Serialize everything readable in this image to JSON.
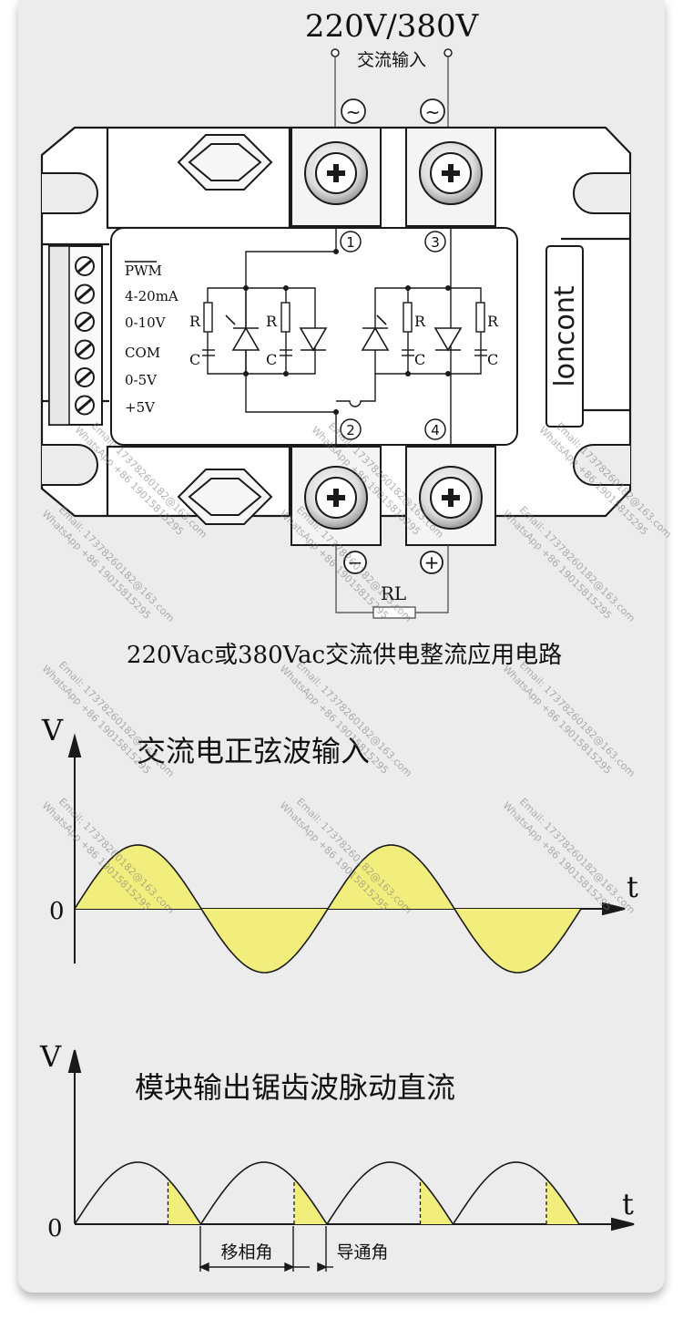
{
  "top": {
    "voltage": "220V/380V",
    "ac_input": "交流输入",
    "tilde": "~"
  },
  "module": {
    "brand": "loncont",
    "terminal_labels": [
      "1",
      "3",
      "2",
      "4"
    ],
    "minus": "−",
    "plus": "+",
    "load": "RL",
    "signals": [
      "PWM",
      "4-20mA",
      "0-10V",
      "COM",
      "0-5V",
      "+5V"
    ],
    "rc_r": "R",
    "rc_c": "C"
  },
  "circuit_caption": "220Vac或380Vac交流供电整流应用电路",
  "wave1": {
    "title": "交流电正弦波输入",
    "v": "V",
    "t": "t",
    "zero": "0"
  },
  "wave2": {
    "title": "模块输出锯齿波脉动直流",
    "v": "V",
    "t": "t",
    "zero": "0",
    "phase_shift": "移相角",
    "conduction": "导通角"
  },
  "watermark": {
    "email": "Email: 17378260182@163.com",
    "whatsapp": "WhatsApp +86 19015815295"
  },
  "colors": {
    "fill": "#f2ee7e",
    "line": "#1a1a1a"
  }
}
